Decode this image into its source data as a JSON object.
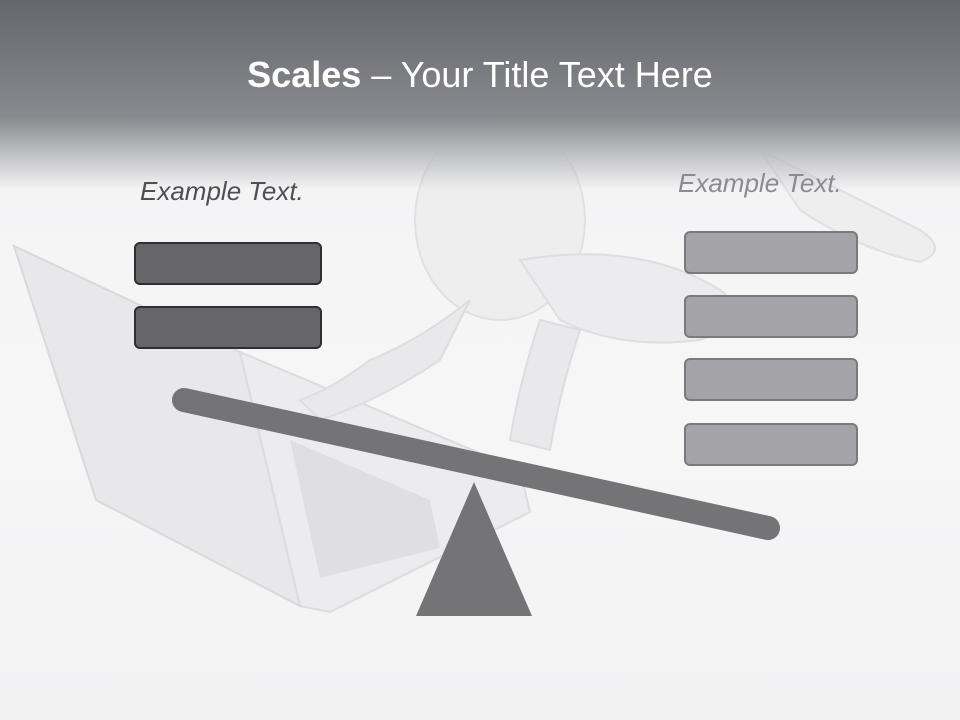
{
  "slide": {
    "title_bold": "Scales",
    "title_rest": " – Your Title Text Here",
    "left_label": "Example Text.",
    "right_label": "Example Text.",
    "left_boxes": [
      "",
      ""
    ],
    "right_boxes": [
      "",
      "",
      "",
      ""
    ]
  },
  "colors": {
    "header": "#66676c",
    "dark_box_fill": "#666668",
    "dark_box_border": "#2f2f31",
    "light_box_fill": "#a4a4a8",
    "light_box_border": "#7a7a7e",
    "beam": "#747476",
    "fulcrum": "#747476"
  }
}
